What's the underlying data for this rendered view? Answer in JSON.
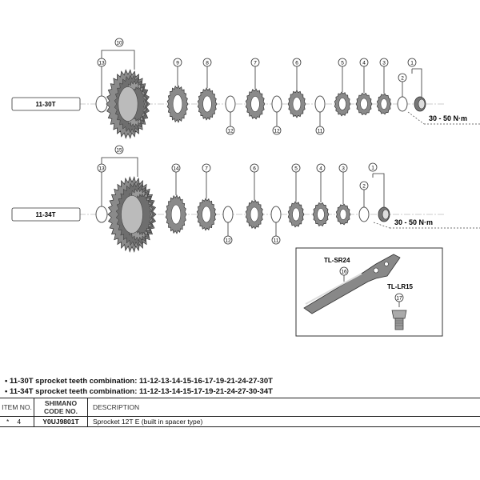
{
  "row1": {
    "label": "11-30T",
    "torque": "30 - 50 N·m",
    "callouts": [
      "13",
      "10",
      "9",
      "8",
      "12",
      "7",
      "12",
      "6",
      "11",
      "5",
      "4",
      "3",
      "2",
      "1"
    ]
  },
  "row2": {
    "label": "11-34T",
    "torque": "30 - 50 N·m",
    "callouts": [
      "13",
      "15",
      "14",
      "7",
      "12",
      "6",
      "11",
      "5",
      "4",
      "3",
      "2",
      "1"
    ]
  },
  "tools": {
    "sr24_label": "TL-SR24",
    "sr24_no": "16",
    "lr15_label": "TL-LR15",
    "lr15_no": "17"
  },
  "notes": [
    "• 11-30T sprocket teeth combination: 11-12-13-14-15-16-17-19-21-24-27-30T",
    "• 11-34T sprocket teeth combination: 11-12-13-14-15-17-19-21-24-27-30-34T"
  ],
  "table": {
    "headers": {
      "item": "ITEM NO.",
      "code": "SHIMANO CODE NO.",
      "desc": "DESCRIPTION"
    },
    "rows": [
      {
        "mark": "*",
        "item": "4",
        "code": "Y0UJ9801T",
        "desc": "Sprocket 12T E (built in spacer type)"
      }
    ]
  }
}
